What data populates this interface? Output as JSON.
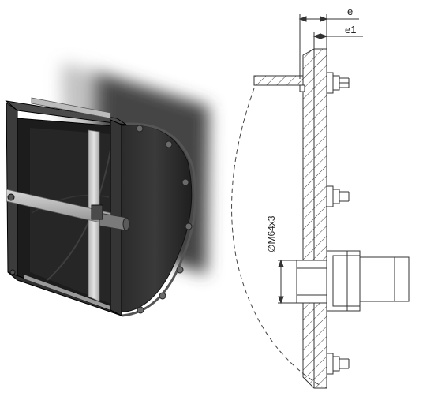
{
  "figure": {
    "left_panel": {
      "description_icon": "3d-render-of-mounting-plate-with-valve"
    },
    "right_panel": {
      "dimension_labels": {
        "e": "e",
        "e1": "e1",
        "thread": "∅M64x3"
      }
    }
  },
  "colors": {
    "dark_metal": "#2c2c2c",
    "shadow": "#4a4a4a",
    "light_metal": "#c9c9c9",
    "line": "#333333"
  }
}
